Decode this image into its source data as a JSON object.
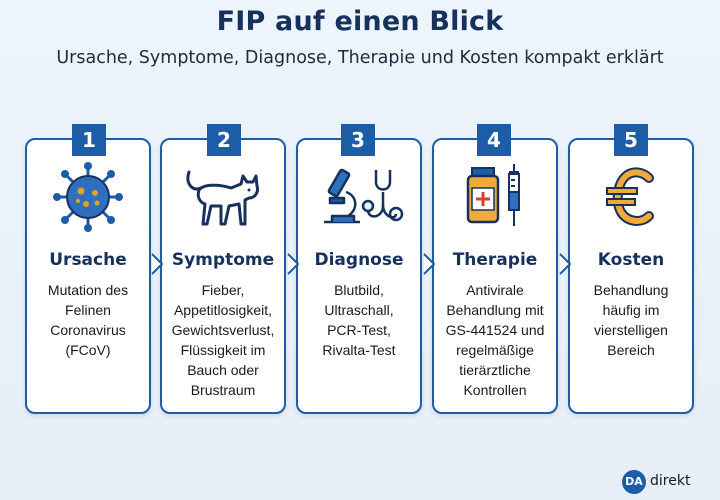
{
  "header": {
    "title": "FIP auf einen Blick",
    "subtitle": "Ursache, Symptome, Diagnose, Therapie und Kosten kompakt erklärt"
  },
  "cards": [
    {
      "number": "1",
      "title": "Ursache",
      "text": "Mutation des\nFelinen\nCoronavirus\n(FCoV)",
      "icon": "virus-icon"
    },
    {
      "number": "2",
      "title": "Symptome",
      "text": "Fieber,\nAppetitlosigkeit,\nGewichtsverlust,\nFlüssigkeit im\nBauch oder\nBrustraum",
      "icon": "cat-icon"
    },
    {
      "number": "3",
      "title": "Diagnose",
      "text": "Blutbild,\nUltraschall,\nPCR-Test,\nRivalta-Test",
      "icon": "microscope-stethoscope-icon"
    },
    {
      "number": "4",
      "title": "Therapie",
      "text": "Antivirale\nBehandlung mit\nGS-441524 und\nregelmäßige\ntierärztliche\nKontrollen",
      "icon": "medicine-syringe-icon"
    },
    {
      "number": "5",
      "title": "Kosten",
      "text": "Behandlung\nhäufig im\nvierstelligen\nBereich",
      "icon": "euro-icon"
    }
  ],
  "logo": {
    "mark": "DA",
    "text": "direkt"
  },
  "colors": {
    "primary": "#1d5da8",
    "title": "#16325c",
    "accent": "#e8a21c",
    "danger": "#d9402b",
    "background": "#eaf1f9"
  }
}
